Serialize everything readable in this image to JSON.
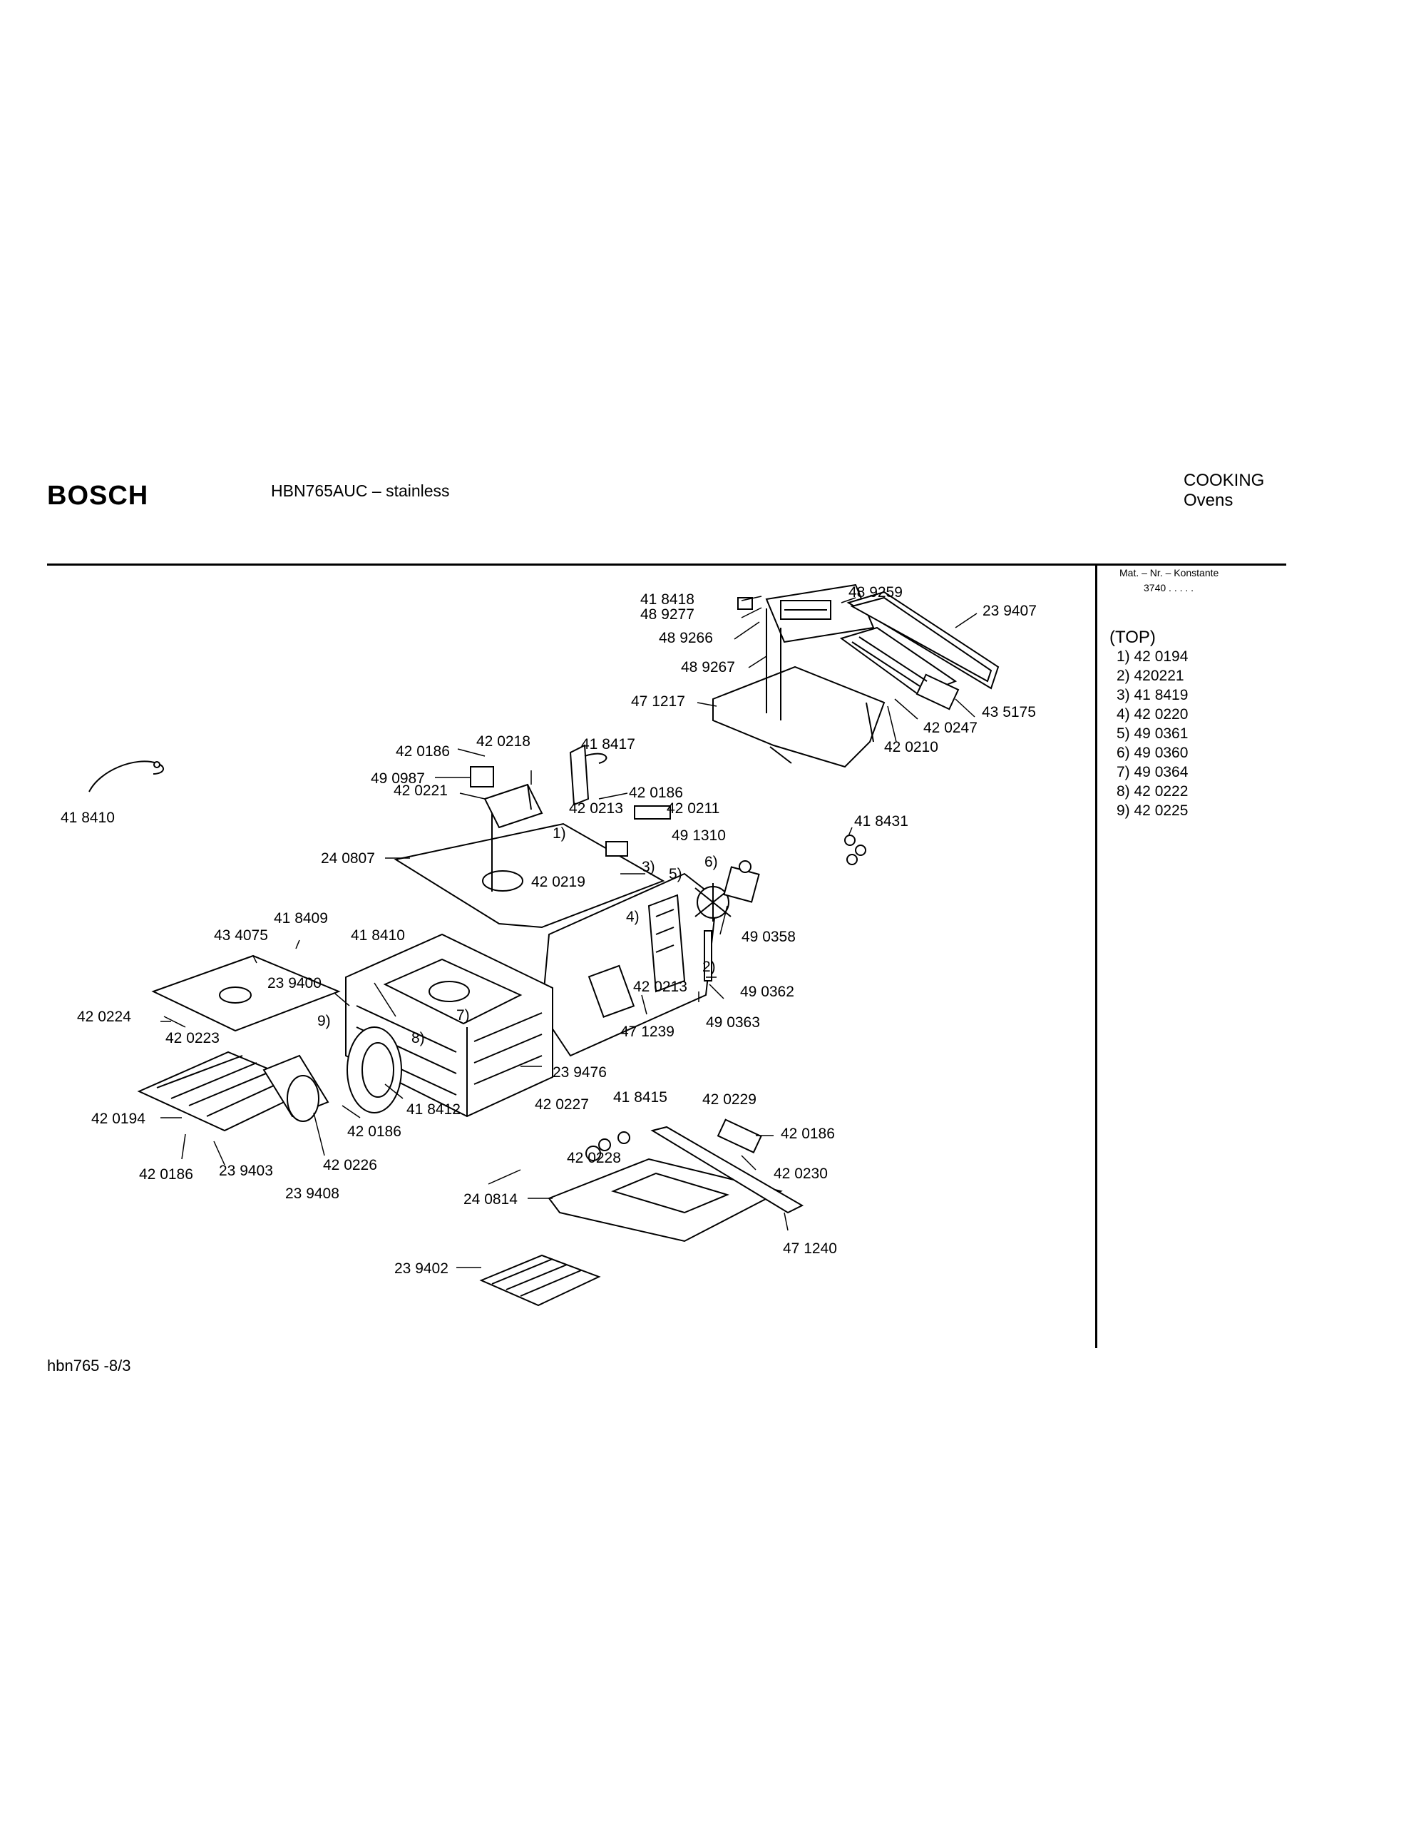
{
  "header": {
    "brand": "BOSCH",
    "model": "HBN765AUC – stainless",
    "category_line1": "COOKING",
    "category_line2": "Ovens"
  },
  "material_box": {
    "title": "Mat. – Nr. – Konstante",
    "value": "3740 . . . . ."
  },
  "legend": {
    "title": "(TOP)",
    "items": [
      "1) 42 0194",
      "2) 420221",
      "3) 41 8419",
      "4) 42 0220",
      "5) 49 0361",
      "6) 49 0360",
      "7) 49 0364",
      "8) 42 0222",
      "9) 42 0225"
    ]
  },
  "footer": {
    "page_ref": "hbn765  -8/3"
  },
  "callouts": [
    "41 8418",
    "48 9277",
    "48 9259",
    "48 9266",
    "23 9407",
    "48 9267",
    "47 1217",
    "42 0247",
    "43 5175",
    "42 0210",
    "42 0186",
    "42 0218",
    "41 8417",
    "49 0987",
    "42 0186",
    "42 0221",
    "42 0213",
    "42 0211",
    "1)",
    "49 1310",
    "24 0807",
    "3)",
    "42 0219",
    "41 8431",
    "41 8410",
    "5)",
    "6)",
    "4)",
    "49 0358",
    "2)",
    "41 8409",
    "43 4075",
    "41 8410",
    "23 9400",
    "42 0213",
    "49 0362",
    "42 0224",
    "9)",
    "7)",
    "49 0363",
    "47 1239",
    "8)",
    "42 0223",
    "23 9476",
    "41 8412",
    "42 0227",
    "41 8415",
    "42 0229",
    "42 0194",
    "42 0186",
    "42 0186",
    "42 0228",
    "42 0230",
    "42 0186",
    "23 9403",
    "42 0226",
    "23 9408",
    "24 0814",
    "47 1240",
    "23 9402"
  ]
}
